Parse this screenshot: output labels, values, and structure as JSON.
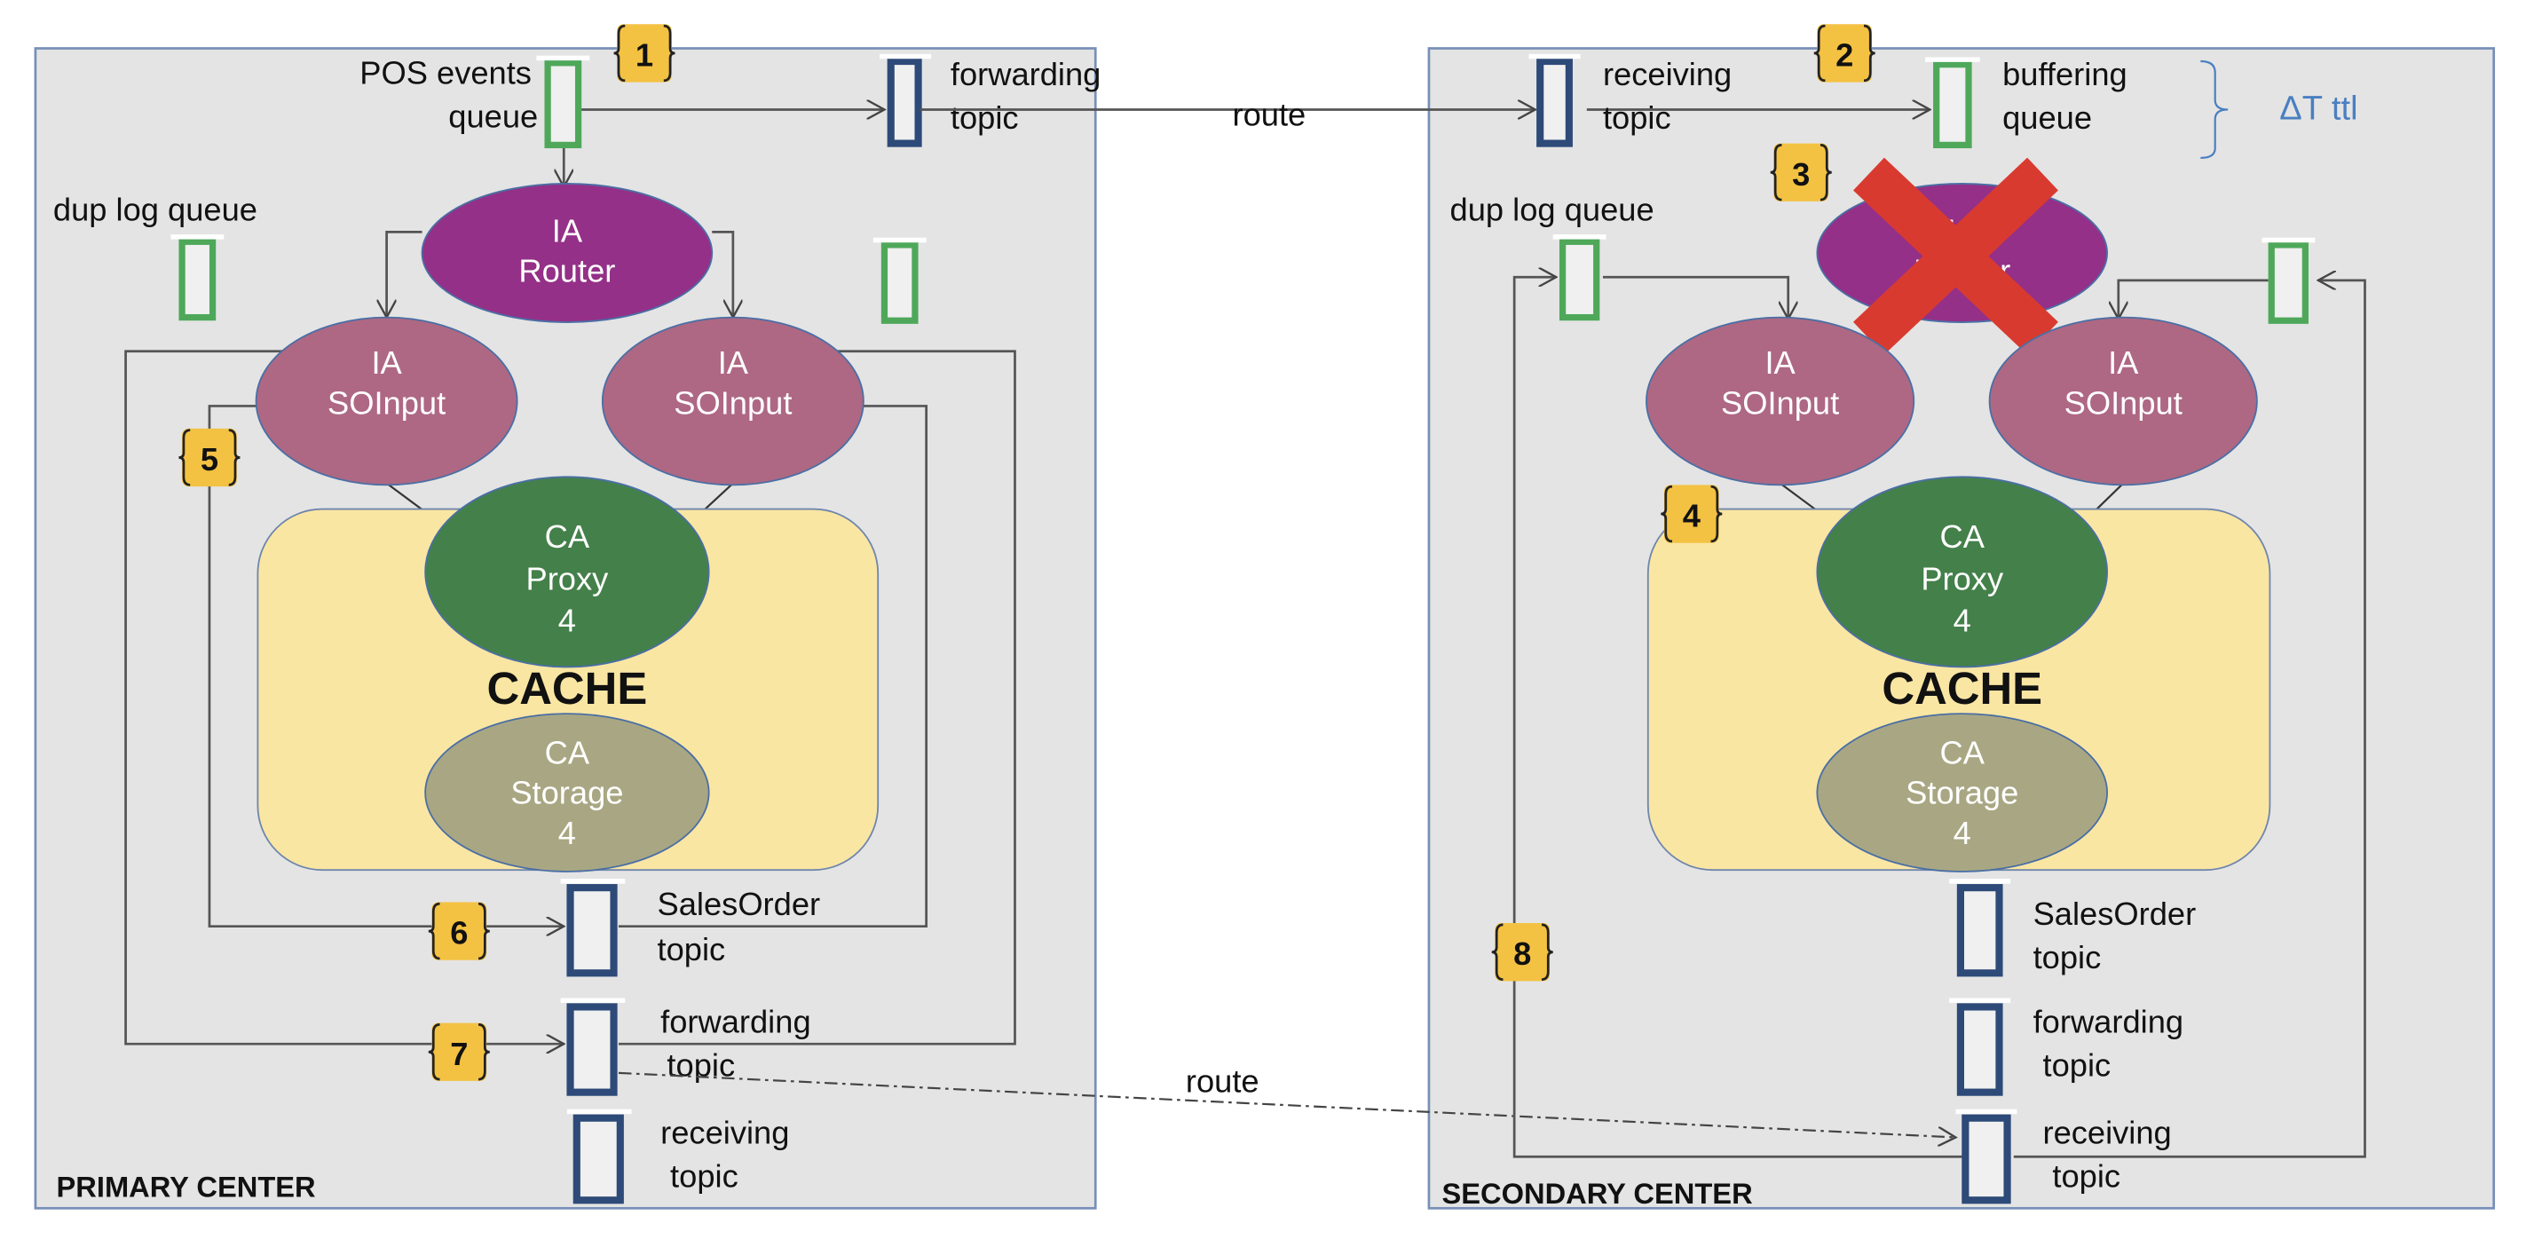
{
  "colors": {
    "panel": "#e4e4e4",
    "panel_border": "#7790b8",
    "router": "#943087",
    "soinput": "#ae6883",
    "proxy": "#44804a",
    "storage": "#a9a783",
    "cache": "#fae6a3",
    "badge": "#f4c242",
    "queue_green": "#4fa85a",
    "topic_navy": "#2d4a78",
    "cross": "#d93a30",
    "ttl": "#4a7fc1"
  },
  "primary": {
    "title": "PRIMARY CENTER",
    "pos_queue": [
      "POS events",
      "queue"
    ],
    "forwarding_topic": [
      "forwarding",
      "topic"
    ],
    "dup_log_queue": "dup log queue",
    "router": [
      "IA",
      "Router"
    ],
    "soinput_left": [
      "IA",
      "SOInput"
    ],
    "soinput_right": [
      "IA",
      "SOInput"
    ],
    "proxy": [
      "CA",
      "Proxy",
      "4"
    ],
    "cache": "CACHE",
    "storage": [
      "CA",
      "Storage",
      "4"
    ],
    "salesorder_topic": [
      "SalesOrder",
      "topic"
    ],
    "forwarding_topic2": [
      "forwarding",
      "topic"
    ],
    "receiving_topic": [
      "receiving",
      "topic"
    ]
  },
  "secondary": {
    "title": "SECONDARY CENTER",
    "receiving_topic": [
      "receiving",
      "topic"
    ],
    "buffering_queue": [
      "buffering",
      "queue"
    ],
    "ttl": "ΔT ttl",
    "dup_log_queue": "dup log queue",
    "router": [
      "IA",
      "Router"
    ],
    "router_disabled": true,
    "soinput_left": [
      "IA",
      "SOInput"
    ],
    "soinput_right": [
      "IA",
      "SOInput"
    ],
    "proxy": [
      "CA",
      "Proxy",
      "4"
    ],
    "cache": "CACHE",
    "storage": [
      "CA",
      "Storage",
      "4"
    ],
    "salesorder_topic": [
      "SalesOrder",
      "topic"
    ],
    "forwarding_topic": [
      "forwarding",
      "topic"
    ],
    "receiving_topic2": [
      "receiving",
      "topic"
    ]
  },
  "routes": {
    "top": "route",
    "bottom": "route"
  },
  "badges": [
    "1",
    "2",
    "3",
    "4",
    "5",
    "6",
    "7",
    "8"
  ]
}
